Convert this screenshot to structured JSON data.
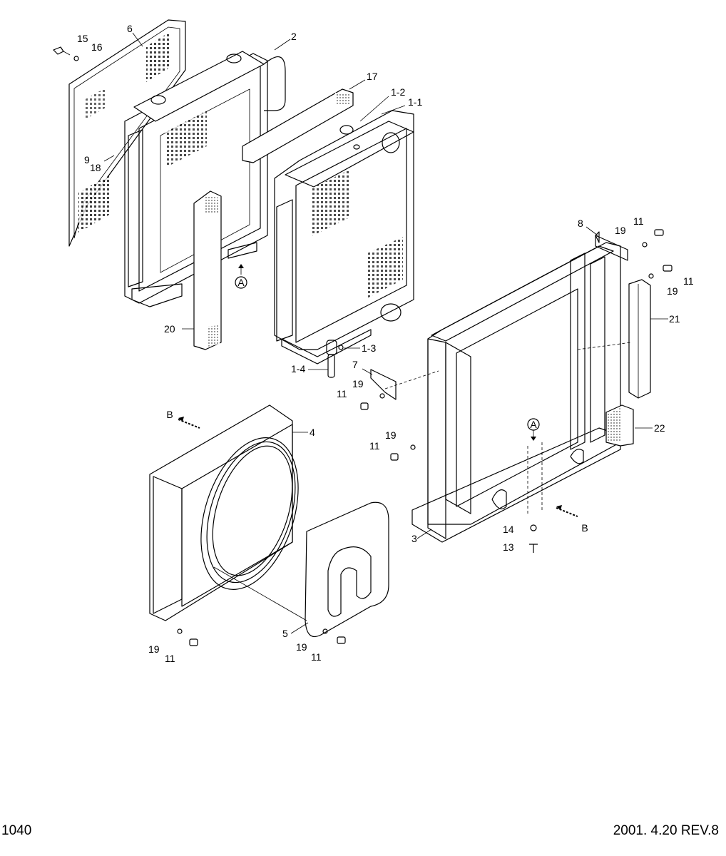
{
  "footer": {
    "page_number": "1040",
    "revision": "2001. 4.20 REV.8"
  },
  "callouts": {
    "c15": "15",
    "c16": "16",
    "c6": "6",
    "c2": "2",
    "c17": "17",
    "c1_2": "1-2",
    "c1_1": "1-1",
    "c9": "9",
    "c18": "18",
    "c20": "20",
    "c1_3": "1-3",
    "c1_4": "1-4",
    "c8": "8",
    "c19_a": "19",
    "c11_a": "11",
    "c11_b": "11",
    "c19_b": "19",
    "c21": "21",
    "c7": "7",
    "c19_c": "19",
    "c11_c": "11",
    "c4": "4",
    "c19_d": "19",
    "c11_d": "11",
    "c22": "22",
    "c14": "14",
    "c3": "3",
    "c13": "13",
    "c5": "5",
    "c19_e": "19",
    "c11_e": "11",
    "c19_f": "19",
    "c11_f": "11"
  },
  "view_markers": {
    "a_top": "A",
    "a_frame": "A",
    "b_left": "B",
    "b_right": "B"
  }
}
